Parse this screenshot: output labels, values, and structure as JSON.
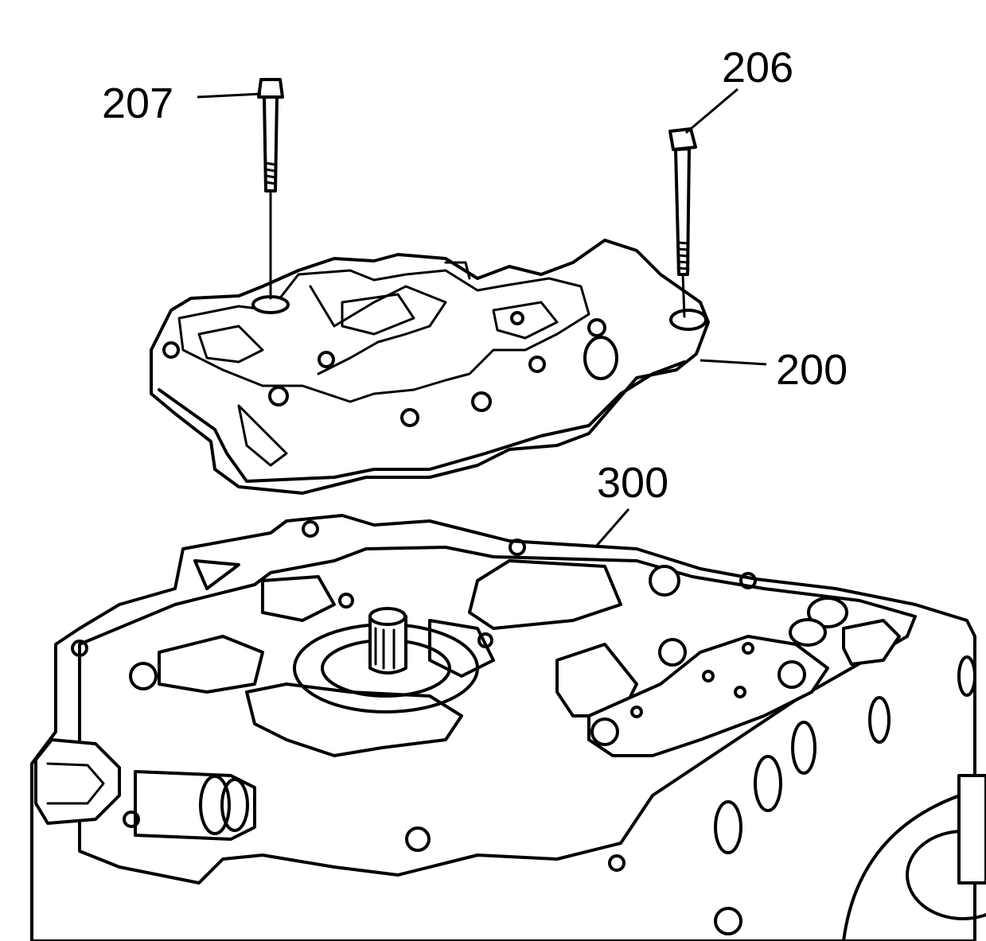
{
  "callouts": {
    "bolt_207": "207",
    "bolt_206": "206",
    "cover_200": "200",
    "valve_body_300": "300"
  },
  "colors": {
    "ink": "#000000",
    "paper": "#ffffff"
  }
}
